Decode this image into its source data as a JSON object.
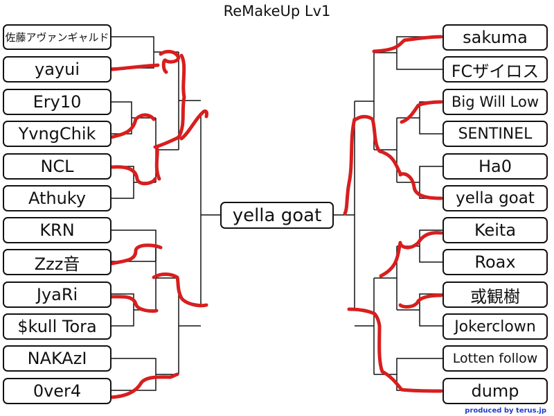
{
  "title": "ReMakeUp Lv1",
  "left_entries": [
    "佐藤アヴァンギャルド",
    "yayui",
    "Ery10",
    "YvngChik",
    "NCL",
    "Athuky",
    "KRN",
    "Zzz音",
    "JyaRi",
    "$kull Tora",
    "NAKAzI",
    "0ver4"
  ],
  "right_entries": [
    "sakuma",
    "FCザイロス",
    "Big Will Low",
    "SENTINEL",
    "Ha0",
    "yella goat",
    "Keita",
    "Roax",
    "或観樹",
    "Jokerclown",
    "Lotten follow",
    "dump"
  ],
  "champion": "yella goat",
  "credit": "produced by terus.jp",
  "colors": {
    "line": "#111111",
    "progress": "#d81e1e",
    "credit": "#1c3cc8"
  }
}
